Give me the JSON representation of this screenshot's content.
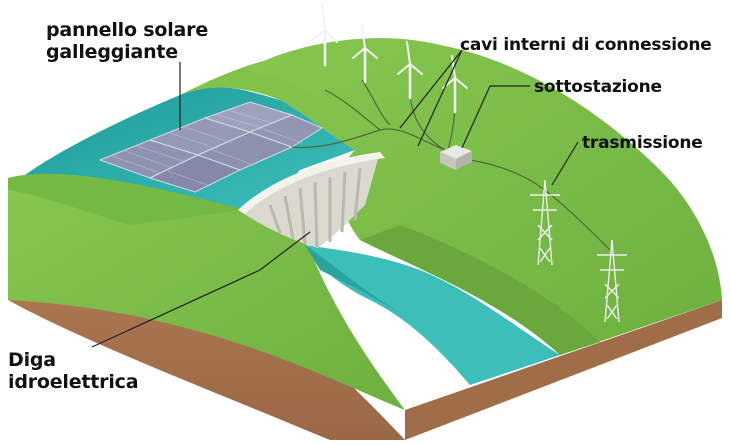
{
  "labels": {
    "floating_solar": [
      "pannello solare",
      "galleggiante"
    ],
    "internal_cables": "cavi interni di connessione",
    "substation": "sottostazione",
    "transmission": "trasmissione",
    "dam": [
      "Diga",
      "idroelettrica"
    ]
  },
  "colors": {
    "grass": "#7cbf48",
    "grass_dark": "#5ea33a",
    "soil": "#b07a55",
    "soil_dark": "#8f5c3d",
    "water": "#2fb3b0",
    "water_dark": "#1b8e8f",
    "dam": "#dcdcd4",
    "panel": "#8b8fae",
    "label_text": "#111111"
  },
  "icons": [
    "wind-turbine-icon",
    "transmission-tower-icon",
    "substation-icon",
    "solar-panel-icon"
  ]
}
